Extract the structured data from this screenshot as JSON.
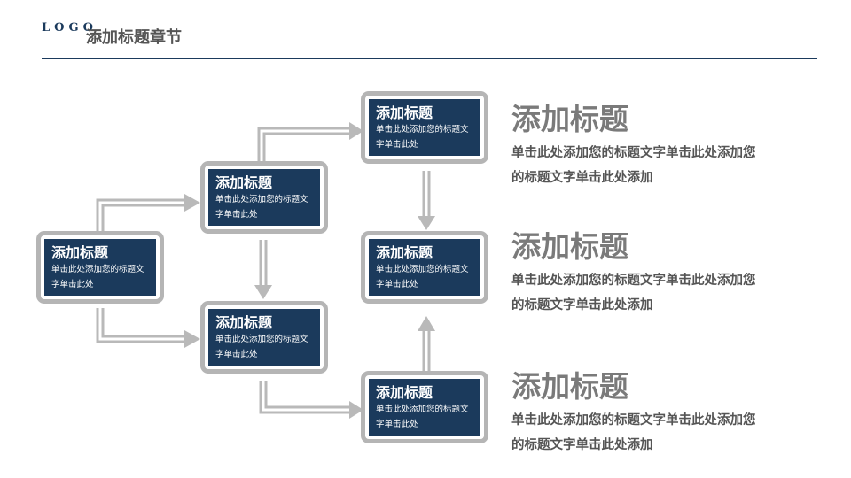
{
  "header": {
    "logo": "LOGO",
    "title": "添加标题章节"
  },
  "boxes": [
    {
      "title": "添加标题",
      "text": "单击此处添加您的标题文字单击此处"
    },
    {
      "title": "添加标题",
      "text": "单击此处添加您的标题文字单击此处"
    },
    {
      "title": "添加标题",
      "text": "单击此处添加您的标题文字单击此处"
    },
    {
      "title": "添加标题",
      "text": "单击此处添加您的标题文字单击此处"
    },
    {
      "title": "添加标题",
      "text": "单击此处添加您的标题文字单击此处"
    },
    {
      "title": "添加标题",
      "text": "单击此处添加您的标题文字单击此处"
    }
  ],
  "side": [
    {
      "title": "添加标题",
      "text": "单击此处添加您的标题文字单击此处添加您的标题文字单击此处添加"
    },
    {
      "title": "添加标题",
      "text": "单击此处添加您的标题文字单击此处添加您的标题文字单击此处添加"
    },
    {
      "title": "添加标题",
      "text": "单击此处添加您的标题文字单击此处添加您的标题文字单击此处添加"
    }
  ],
  "colors": {
    "accent": "#1b3a5c",
    "frame": "#b5b5b5",
    "arrow": "#b9b9b9"
  }
}
